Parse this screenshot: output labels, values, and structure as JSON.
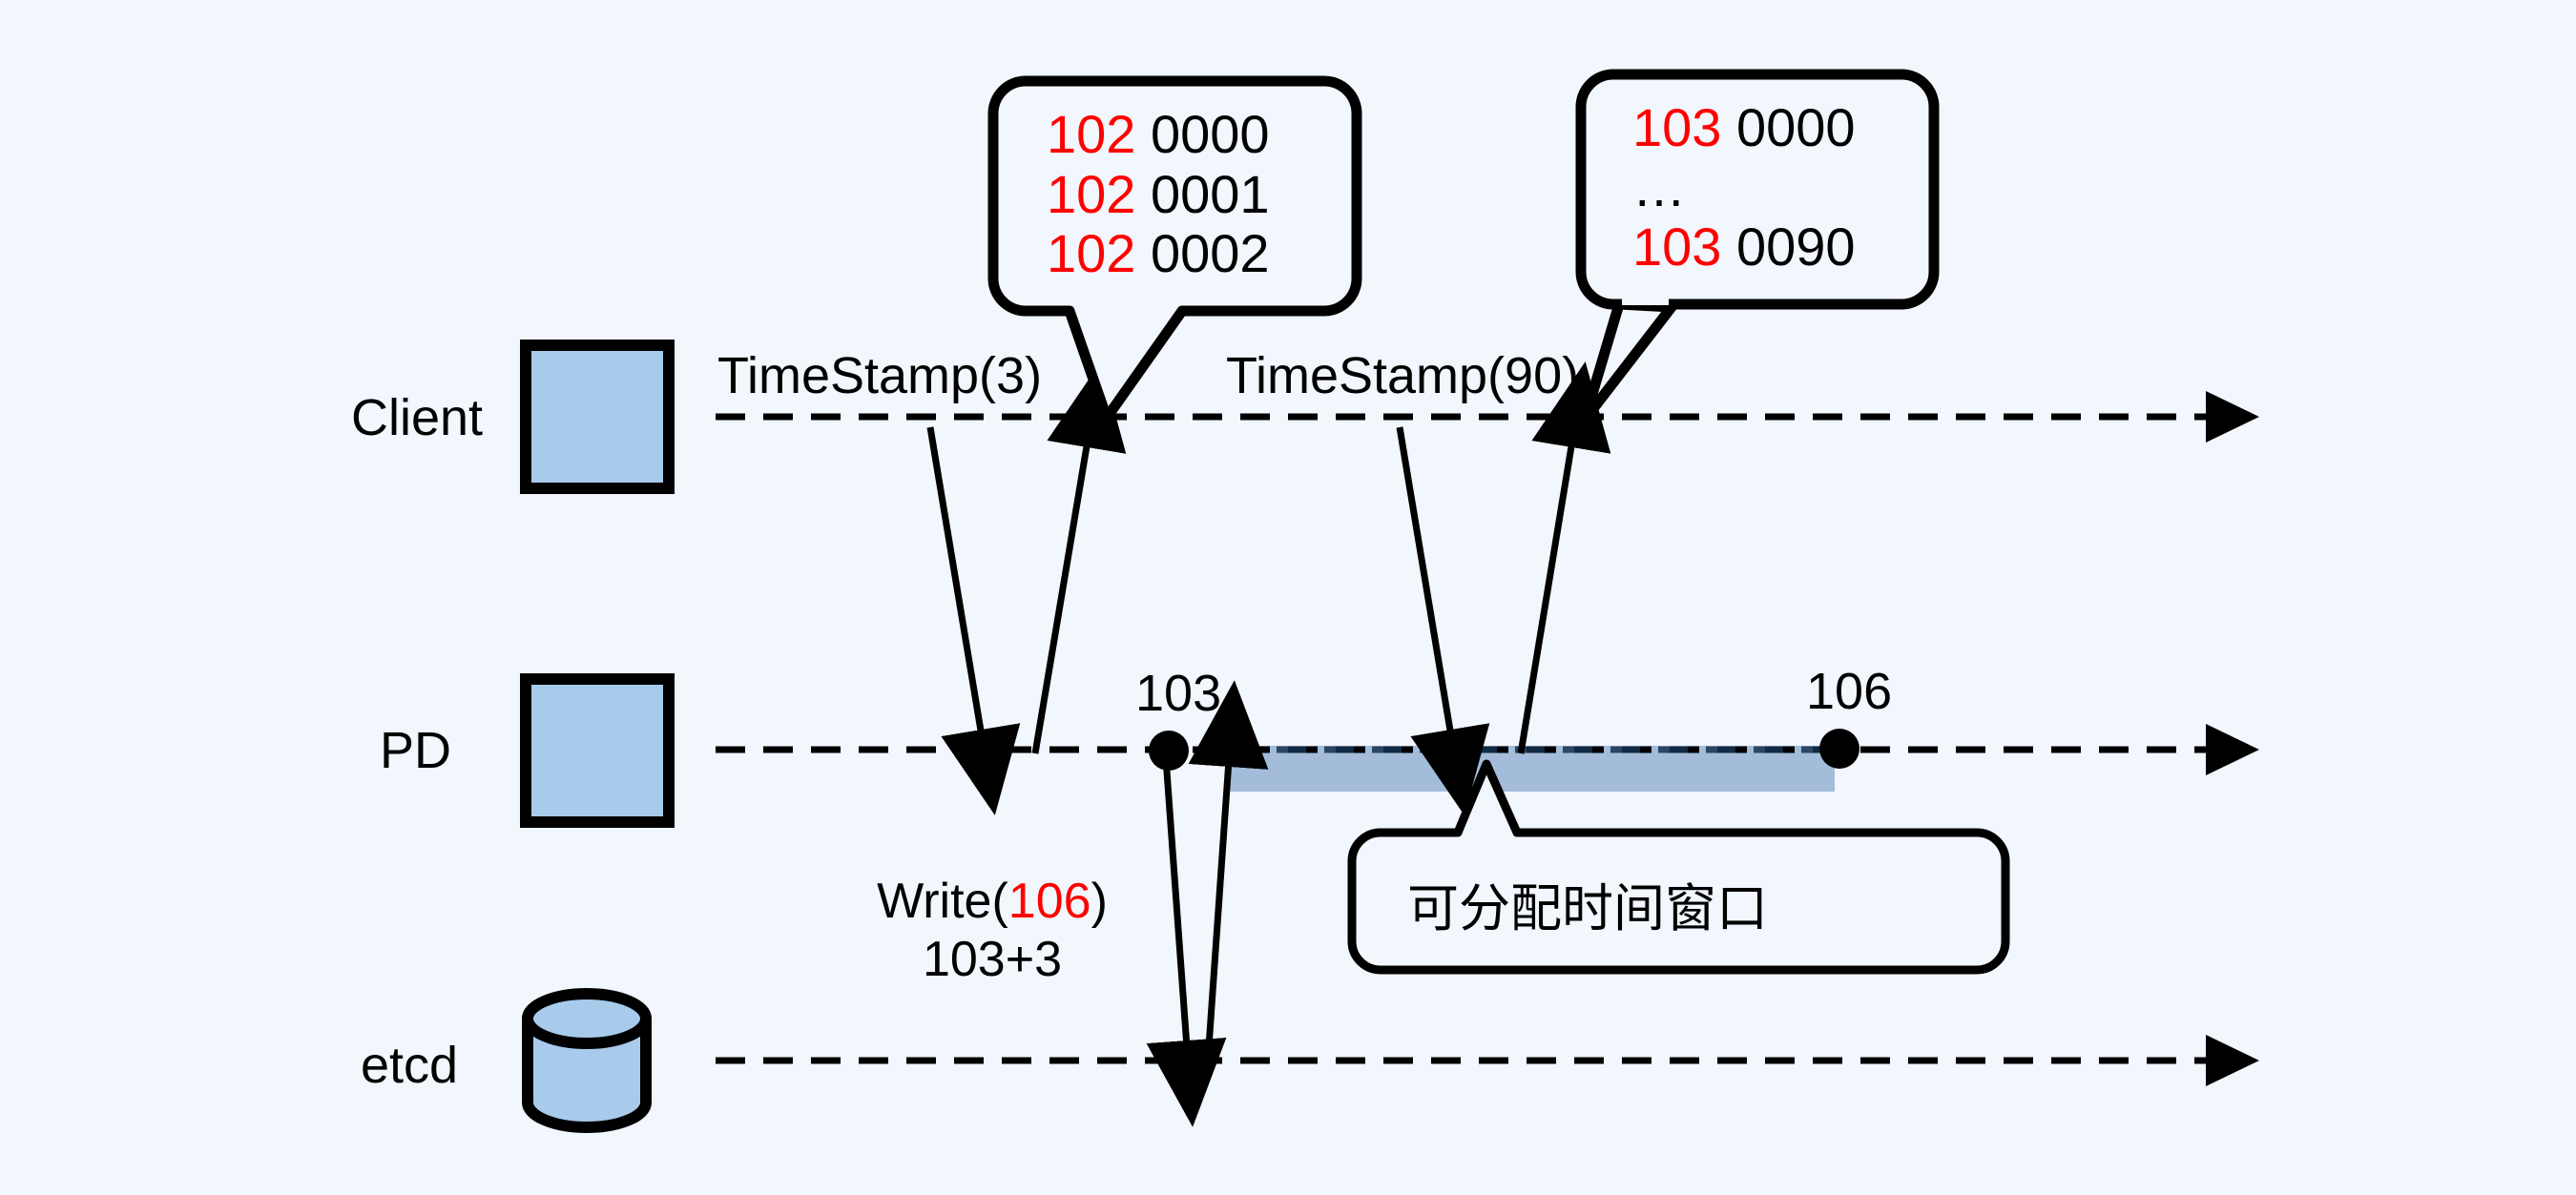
{
  "diagram": {
    "title": "TSO timestamp allocation sequence diagram",
    "background_color": "#f2f6fd",
    "accent_blue": "#a8cbec",
    "band_color": "#a2bcda",
    "red": "#ff0000"
  },
  "lanes": [
    {
      "id": "client",
      "label": "Client",
      "icon": "square-node-icon"
    },
    {
      "id": "pd",
      "label": "PD",
      "icon": "square-node-icon"
    },
    {
      "id": "etcd",
      "label": "etcd",
      "icon": "database-cylinder-icon"
    }
  ],
  "messages": [
    {
      "id": "ts3",
      "label": "TimeStamp(3)"
    },
    {
      "id": "ts90",
      "label": "TimeStamp(90)"
    }
  ],
  "write": {
    "prefix": "Write(",
    "value": "106",
    "suffix": ")",
    "detail": "103+3"
  },
  "markers": [
    {
      "id": "m103",
      "label": "103"
    },
    {
      "id": "m106",
      "label": "106"
    }
  ],
  "bubbles": [
    {
      "id": "bubble-102",
      "lines": [
        {
          "ts": "102",
          "seq": "0000"
        },
        {
          "ts": "102",
          "seq": "0001"
        },
        {
          "ts": "102",
          "seq": "0002"
        }
      ]
    },
    {
      "id": "bubble-103",
      "lines": [
        {
          "ts": "103",
          "seq": "0000"
        },
        {
          "ts": "…",
          "seq": ""
        },
        {
          "ts": "103",
          "seq": "0090"
        }
      ]
    }
  ],
  "window_callout": {
    "label": "可分配时间窗口"
  }
}
